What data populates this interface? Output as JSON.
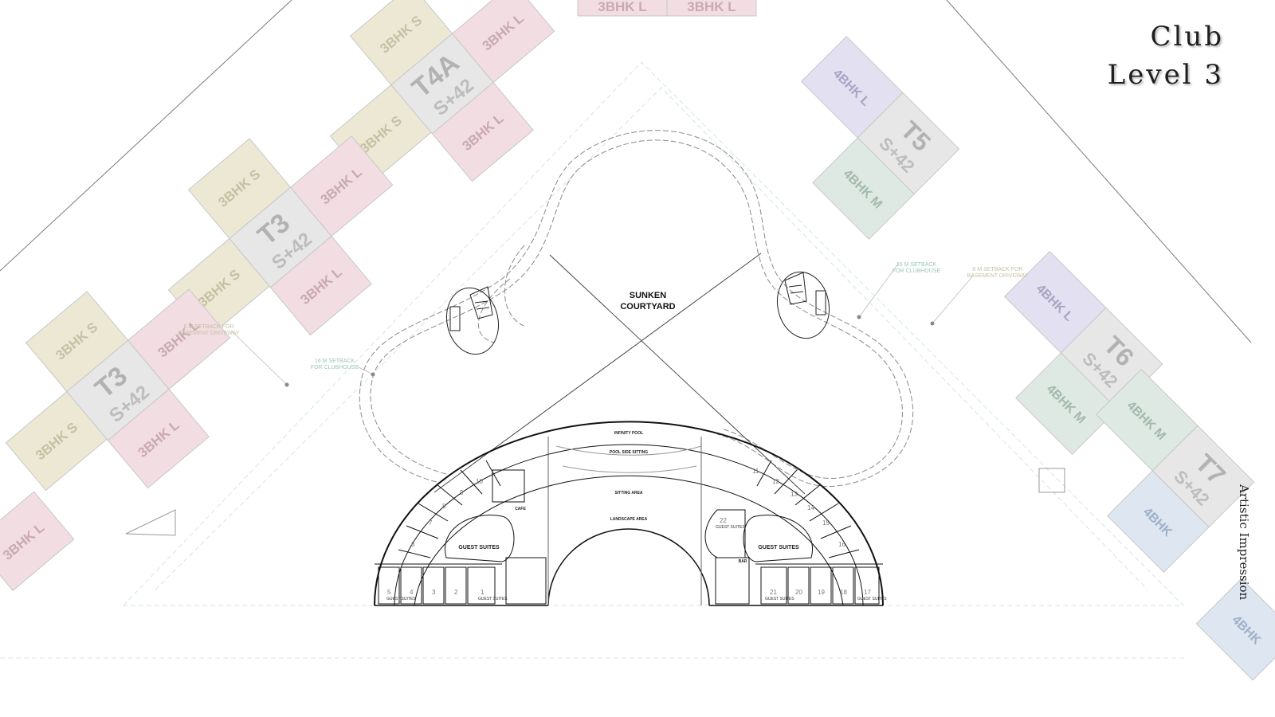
{
  "title": {
    "line1": "Club",
    "line2": "Level 3"
  },
  "caption": "Artistic Impression",
  "courtyard": {
    "line1": "SUNKEN",
    "line2": "COURTYARD"
  },
  "zones": {
    "infinity_pool": "INFINITY POOL",
    "pool_side": "POOL SIDE SITTING",
    "sitting": "SITTING AREA",
    "landscape": "LANDSCAPE AREA",
    "guest_suites": "GUEST SUITES",
    "cafe": "CAFE",
    "bar": "BAR",
    "guest_suite_room": "GUEST SUITES"
  },
  "setbacks": {
    "left_16": [
      "16 M SETBACK",
      "FOR CLUBHOUSE"
    ],
    "left_6": [
      "6 M SETBACK FOR",
      "BASEMENT DRIVEWAY"
    ],
    "right_16": [
      "16 M SETBACK",
      "FOR CLUBHOUSE"
    ],
    "right_6": [
      "6 M SETBACK FOR",
      "BASEMENT DRIVEWAY"
    ]
  },
  "rooms": {
    "left_bottom": [
      "5",
      "4",
      "3",
      "2",
      "1"
    ],
    "left_arc": [
      "6",
      "7",
      "8",
      "9",
      "10"
    ],
    "right_arc": [
      "11",
      "12",
      "13",
      "14",
      "15",
      "16"
    ],
    "right_bottom": [
      "21",
      "20",
      "19",
      "18",
      "17"
    ],
    "right_extra": "22"
  },
  "towers": {
    "t4a": {
      "code": "T4A",
      "spec": "S+42",
      "units": [
        "3BHK S",
        "3BHK S",
        "3BHK L",
        "3BHK L"
      ]
    },
    "t3_upper": {
      "code": "T3",
      "spec": "S+42",
      "units": [
        "3BHK S",
        "3BHK S",
        "3BHK L",
        "3BHK L"
      ]
    },
    "t3_lower": {
      "code": "T3",
      "spec": "S+42",
      "units": [
        "3BHK S",
        "3BHK S",
        "3BHK L",
        "3BHK L"
      ]
    },
    "t5": {
      "code": "T5",
      "spec": "S+42",
      "units": [
        "4BHK L",
        "4BHK M"
      ]
    },
    "t6": {
      "code": "T6",
      "spec": "S+42",
      "units": [
        "4BHK L",
        "4BHK M"
      ]
    },
    "t7": {
      "code": "T7",
      "spec": "S+42",
      "units": [
        "4BHK M",
        "4BHK"
      ]
    },
    "top": {
      "units": [
        "3BHK L",
        "3BHK L"
      ]
    },
    "left_edge": {
      "units": [
        "3BHK L"
      ]
    },
    "right_edge": {
      "units": [
        "4BHK"
      ]
    }
  },
  "colors": {
    "bhk_s": "#ece8d4",
    "bhk_l": "#f1dde2",
    "core": "#e7e7e7",
    "bhk4_l": "#e3e0f1",
    "bhk4_m": "#dfe9e3",
    "bhk4": "#dde6f1",
    "outline": "#c8c8c8",
    "site_line": "#7a7a7a",
    "setback": "#cfe3df"
  }
}
